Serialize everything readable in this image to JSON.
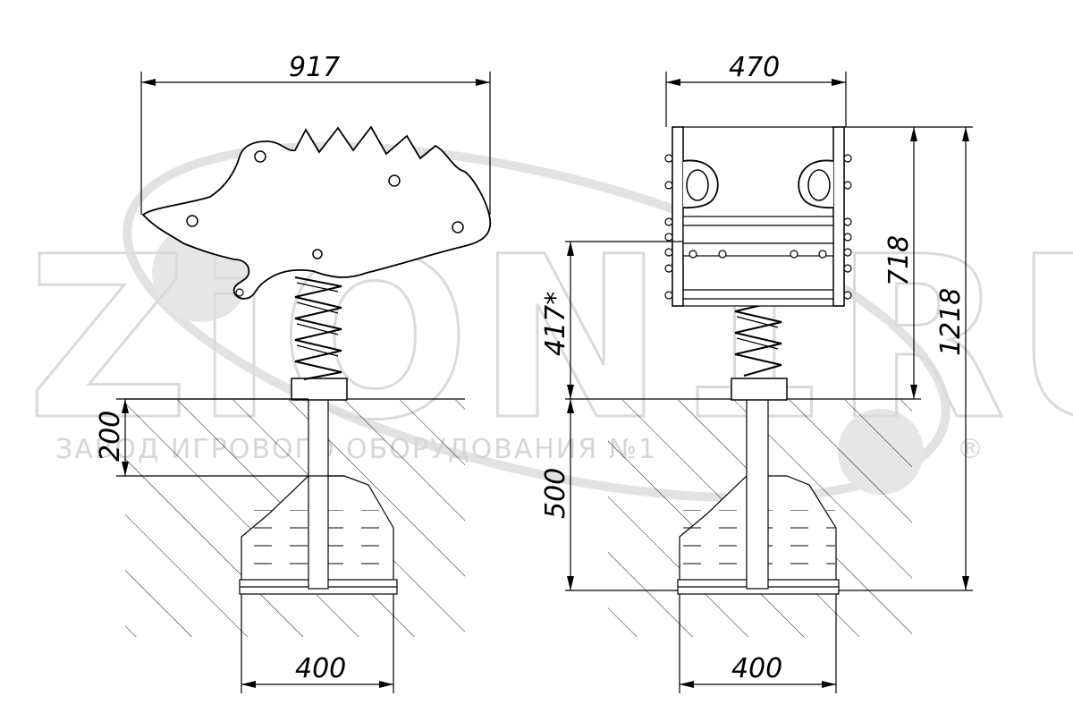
{
  "watermark": {
    "brand": "ZiON1RU",
    "tagline": "ЗАВОД ИГРОВОГО ОБОРУДОВАНИЯ №1",
    "registered": "®"
  },
  "dimensions": {
    "front_width": "917",
    "side_width": "470",
    "left_depth": "200",
    "left_base": "400",
    "spring_height": "417*",
    "foundation_depth": "500",
    "seat_height": "718",
    "total_height": "1218",
    "right_base": "400"
  }
}
